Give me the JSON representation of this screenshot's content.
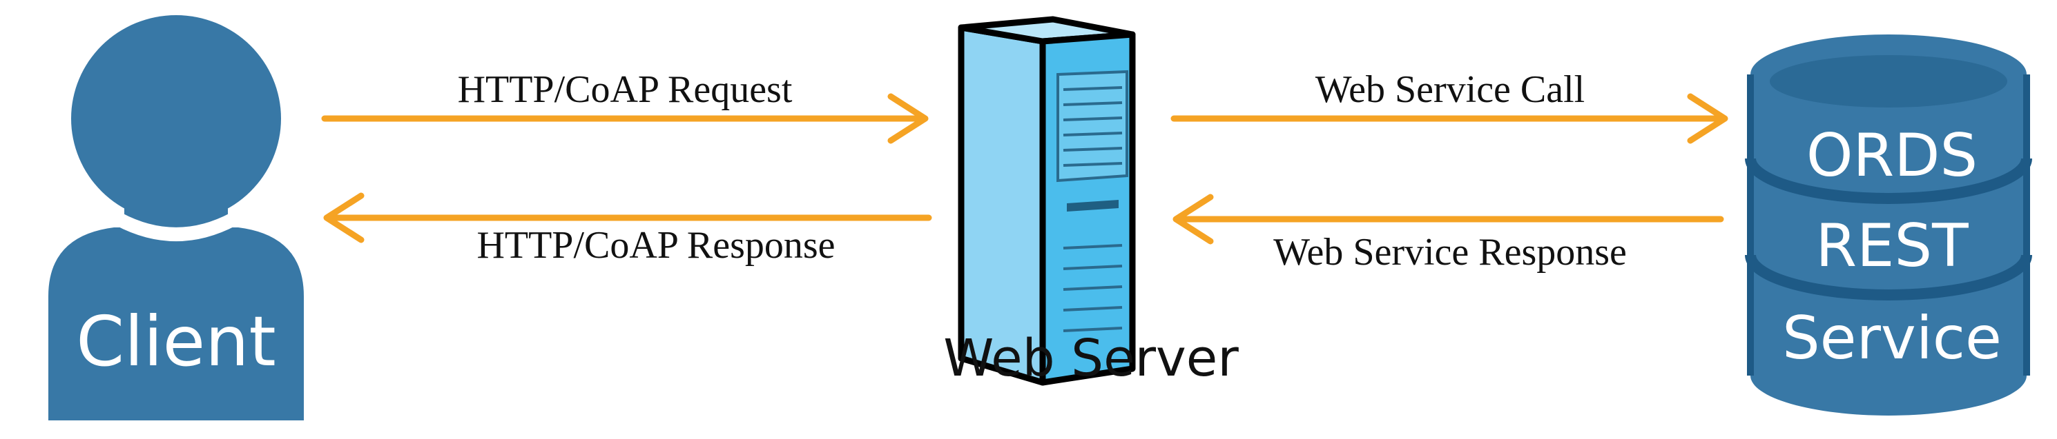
{
  "client": {
    "label": "Client",
    "color": "#3878a6"
  },
  "server": {
    "label": "Web Server"
  },
  "database": {
    "lines": [
      "ORDS",
      "REST",
      "Service"
    ],
    "color": "#3878a6",
    "edge_color": "#1e5a86"
  },
  "arrows": {
    "color": "#f5a324",
    "http_request": "HTTP/CoAP Request",
    "http_response": "HTTP/CoAP Response",
    "ws_call": "Web Service Call",
    "ws_response": "Web Service Response"
  }
}
